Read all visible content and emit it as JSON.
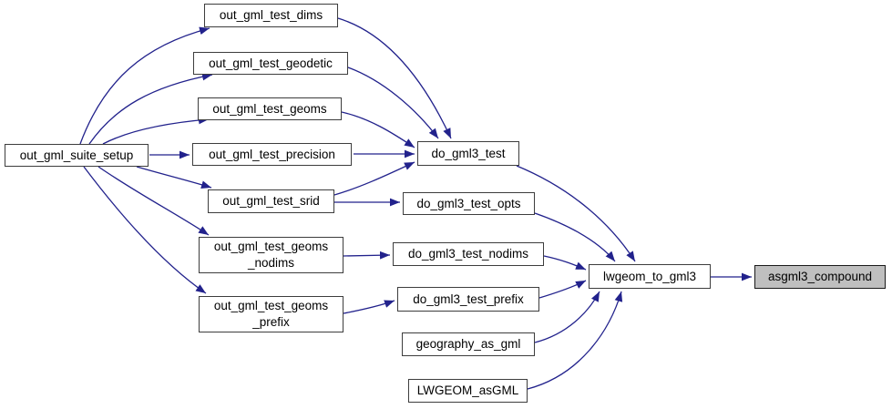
{
  "diagram": {
    "kind": "caller-graph",
    "colors": {
      "edge": "#22228c",
      "node_border": "#3d3d3d",
      "node_fill": "#ffffff",
      "highlight_node_fill": "#bfbfbf",
      "background": "#ffffff"
    },
    "nodes": {
      "out_gml_suite_setup": {
        "label": "out_gml_suite_setup"
      },
      "out_gml_test_dims": {
        "label": "out_gml_test_dims"
      },
      "out_gml_test_geodetic": {
        "label": "out_gml_test_geodetic"
      },
      "out_gml_test_geoms": {
        "label": "out_gml_test_geoms"
      },
      "out_gml_test_precision": {
        "label": "out_gml_test_precision"
      },
      "out_gml_test_srid": {
        "label": "out_gml_test_srid"
      },
      "out_gml_test_geoms_nodims": {
        "label": "out_gml_test_geoms _nodims",
        "line1": "out_gml_test_geoms",
        "line2": "_nodims"
      },
      "out_gml_test_geoms_prefix": {
        "label": "out_gml_test_geoms _prefix",
        "line1": "out_gml_test_geoms",
        "line2": "_prefix"
      },
      "do_gml3_test": {
        "label": "do_gml3_test"
      },
      "do_gml3_test_opts": {
        "label": "do_gml3_test_opts"
      },
      "do_gml3_test_nodims": {
        "label": "do_gml3_test_nodims"
      },
      "do_gml3_test_prefix": {
        "label": "do_gml3_test_prefix"
      },
      "geography_as_gml": {
        "label": "geography_as_gml"
      },
      "LWGEOM_asGML": {
        "label": "LWGEOM_asGML"
      },
      "lwgeom_to_gml3": {
        "label": "lwgeom_to_gml3"
      },
      "asgml3_compound": {
        "label": "asgml3_compound",
        "highlighted": true
      }
    },
    "edges": [
      {
        "from": "out_gml_suite_setup",
        "to": "out_gml_test_dims"
      },
      {
        "from": "out_gml_suite_setup",
        "to": "out_gml_test_geodetic"
      },
      {
        "from": "out_gml_suite_setup",
        "to": "out_gml_test_geoms"
      },
      {
        "from": "out_gml_suite_setup",
        "to": "out_gml_test_precision"
      },
      {
        "from": "out_gml_suite_setup",
        "to": "out_gml_test_srid"
      },
      {
        "from": "out_gml_suite_setup",
        "to": "out_gml_test_geoms_nodims"
      },
      {
        "from": "out_gml_suite_setup",
        "to": "out_gml_test_geoms_prefix"
      },
      {
        "from": "out_gml_test_dims",
        "to": "do_gml3_test"
      },
      {
        "from": "out_gml_test_geodetic",
        "to": "do_gml3_test"
      },
      {
        "from": "out_gml_test_geoms",
        "to": "do_gml3_test"
      },
      {
        "from": "out_gml_test_precision",
        "to": "do_gml3_test"
      },
      {
        "from": "out_gml_test_srid",
        "to": "do_gml3_test"
      },
      {
        "from": "out_gml_test_srid",
        "to": "do_gml3_test_opts"
      },
      {
        "from": "out_gml_test_geoms_nodims",
        "to": "do_gml3_test_nodims"
      },
      {
        "from": "out_gml_test_geoms_prefix",
        "to": "do_gml3_test_prefix"
      },
      {
        "from": "do_gml3_test",
        "to": "lwgeom_to_gml3"
      },
      {
        "from": "do_gml3_test_opts",
        "to": "lwgeom_to_gml3"
      },
      {
        "from": "do_gml3_test_nodims",
        "to": "lwgeom_to_gml3"
      },
      {
        "from": "do_gml3_test_prefix",
        "to": "lwgeom_to_gml3"
      },
      {
        "from": "geography_as_gml",
        "to": "lwgeom_to_gml3"
      },
      {
        "from": "LWGEOM_asGML",
        "to": "lwgeom_to_gml3"
      },
      {
        "from": "lwgeom_to_gml3",
        "to": "asgml3_compound"
      }
    ]
  }
}
